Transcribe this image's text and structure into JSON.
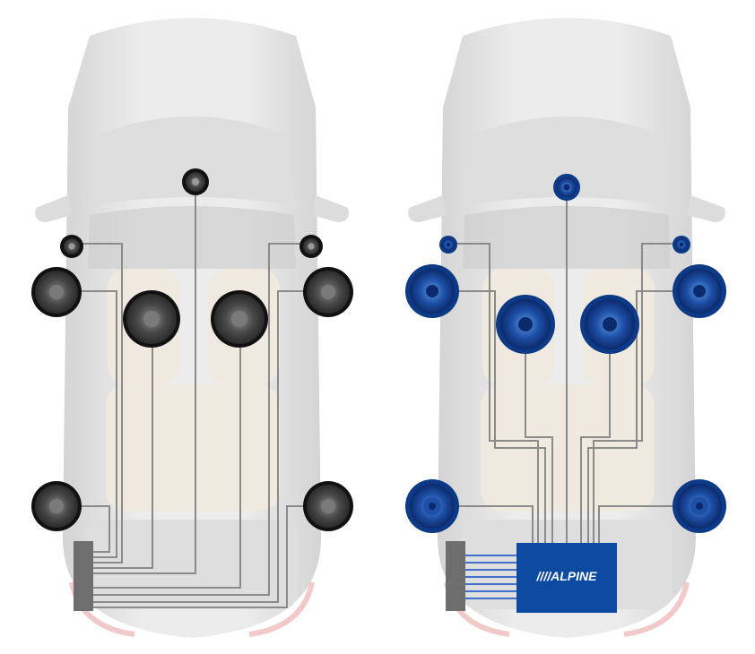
{
  "diagram": {
    "left_car": {
      "label": "",
      "speaker_style": "stock-black",
      "colors": {
        "ring": "#111111",
        "cone_outer": "#3a3a3a",
        "cone_inner": "#9a9a9a",
        "wire": "#8a8a8a",
        "head_unit": "#6e6e6e"
      }
    },
    "right_car": {
      "amplifier": {
        "brand_logo_text": "////ALPINE"
      },
      "speaker_style": "alpine-blue",
      "colors": {
        "ring": "#0d3a86",
        "cone_outer": "#0b2a6b",
        "cone_inner": "#3f7fd6",
        "wire": "#8a8a8a",
        "head_unit": "#6e6e6e",
        "amp": "#0d4aa2",
        "amp_wires": "#3f6fd0"
      }
    },
    "car_body": {
      "colors": {
        "body": "#e6e6e6",
        "shadow": "#d2d2d2",
        "glass": "#dcdcdc",
        "seats": "#efe9df",
        "tail": "#f2c9c9"
      }
    }
  }
}
